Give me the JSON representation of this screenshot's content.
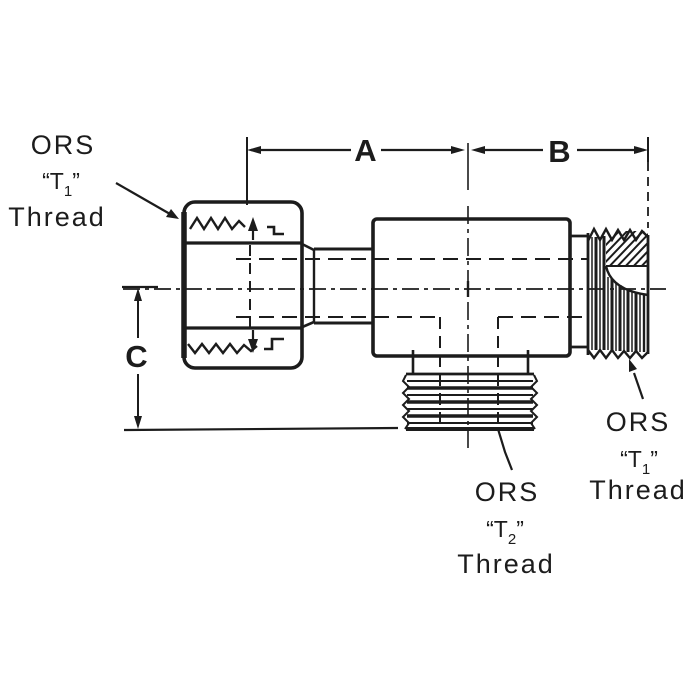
{
  "drawing": {
    "background": "#ffffff",
    "ink": "#1c1c1c",
    "dim_labels": {
      "a": "A",
      "b": "B",
      "c": "C"
    },
    "callouts": {
      "top_left": {
        "line1": "ORS",
        "thread_pre": "“T",
        "thread_sub": "1",
        "thread_post": "”",
        "line3": "Thread"
      },
      "bottom_center": {
        "line1": "ORS",
        "thread_pre": "“T",
        "thread_sub": "2",
        "thread_post": "”",
        "line3": "Thread"
      },
      "bottom_right": {
        "line1": "ORS",
        "thread_pre": "“T",
        "thread_sub": "1",
        "thread_post": "”",
        "line3": "Thread"
      }
    }
  }
}
